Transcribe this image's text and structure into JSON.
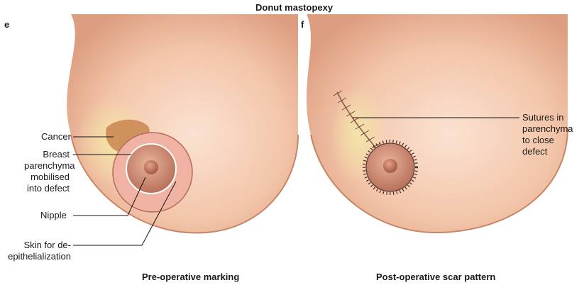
{
  "title": "Donut mastopexy",
  "panels": [
    {
      "letter": "e",
      "caption": "Pre-operative marking",
      "labels": {
        "cancer": "Cancer",
        "parenchyma": [
          "Breast",
          "parenchyma",
          "mobilised",
          "into defect"
        ],
        "nipple": "Nipple",
        "skin": [
          "Skin for de-",
          "epithelialization"
        ]
      }
    },
    {
      "letter": "f",
      "caption": "Post-operative scar pattern",
      "labels": {
        "sutures": [
          "Sutures in",
          "parenchyma",
          "to close",
          "defect"
        ]
      }
    }
  ],
  "colors": {
    "skin": "#f3c9ae",
    "skin_dark": "#d9957a",
    "areola": "#c98469",
    "fat": "#f2e1a0",
    "cancer": "#c9854f",
    "donut": "#f0b3a3"
  }
}
